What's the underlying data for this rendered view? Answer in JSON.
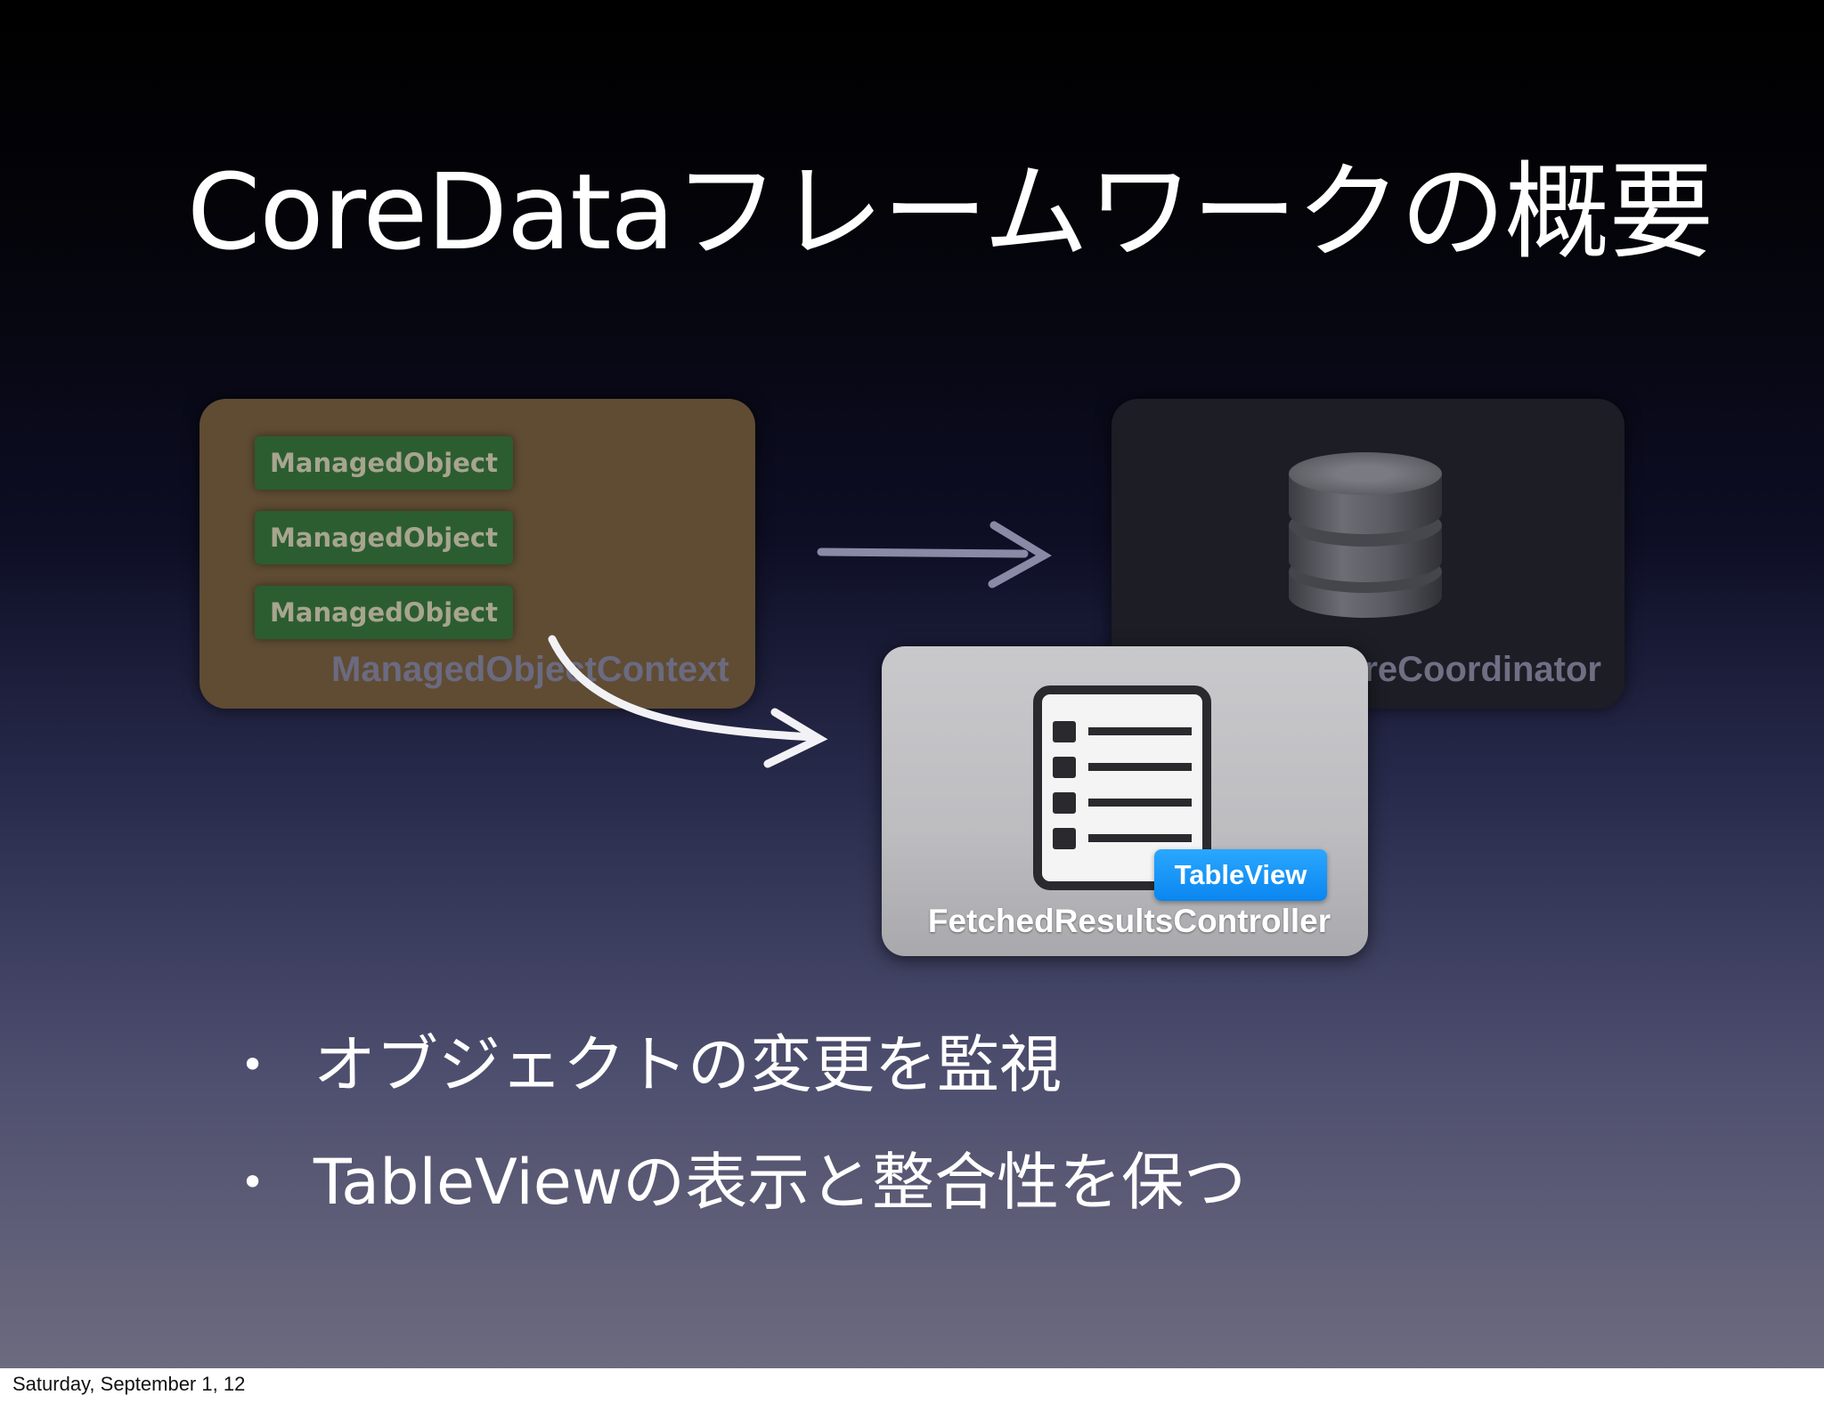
{
  "slide": {
    "title": "CoreDataフレームワークの概要",
    "context_box": {
      "objects": [
        "ManagedObject",
        "ManagedObject",
        "ManagedObject"
      ],
      "label": "ManagedObjectContext"
    },
    "coordinator_box": {
      "label": "reCoordinator",
      "icon": "database-icon"
    },
    "fetched_box": {
      "icon": "list-document-icon",
      "badge": "TableView",
      "label": "FetchedResultsController"
    },
    "bullets": [
      {
        "dot": "•",
        "text": "オブジェクトの変更を監視"
      },
      {
        "dot": "•",
        "text": "TableViewの表示と整合性を保つ"
      }
    ]
  },
  "footer": {
    "date": "Saturday, September 1, 12"
  },
  "colors": {
    "context_box": "#5f4c33",
    "managed_object": "#2c5d30",
    "coordinator_box": "#1d1d26",
    "fetched_box": "#c0c0c3",
    "badge": "#0a86f0"
  }
}
